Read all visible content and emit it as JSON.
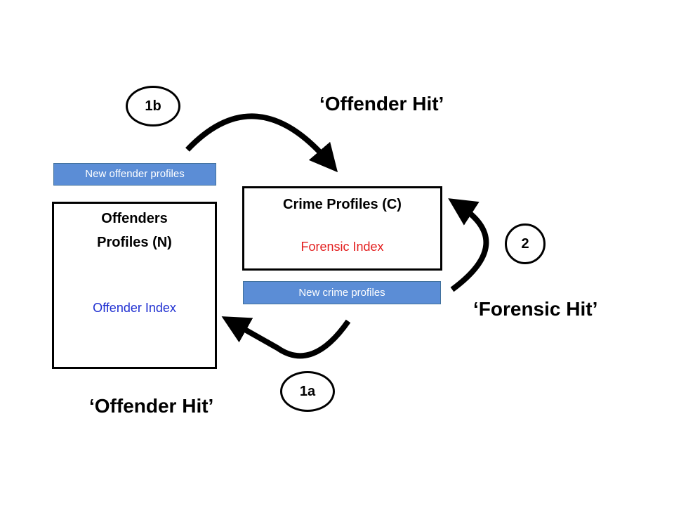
{
  "colors": {
    "box_border": "#000000",
    "tag_fill": "#5B8DD6",
    "forensic_index_text": "#E31E1E",
    "offender_index_text": "#1F2FD1",
    "arrow": "#000000"
  },
  "offenders_box": {
    "title_line1": "Offenders",
    "title_line2": "Profiles (N)",
    "index_label": "Offender Index"
  },
  "crime_box": {
    "title": "Crime Profiles (C)",
    "index_label": "Forensic Index"
  },
  "tags": {
    "new_offender": "New offender profiles",
    "new_crime": "New crime profiles"
  },
  "steps": {
    "s1b": "1b",
    "s1a": "1a",
    "s2": "2"
  },
  "hits": {
    "top_offender_hit": "‘Offender Hit’",
    "bottom_offender_hit": "‘Offender Hit’",
    "forensic_hit": "‘Forensic Hit’"
  }
}
